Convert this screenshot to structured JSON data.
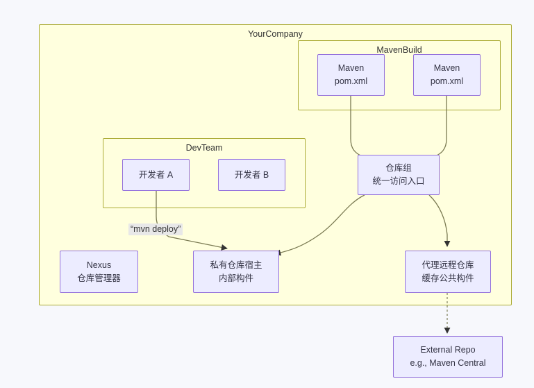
{
  "diagram": {
    "type": "flowchart",
    "background_color": "#f7f8fc",
    "cluster_fill": "#ffffde",
    "cluster_stroke": "#aaaa33",
    "node_fill": "#ececff",
    "node_stroke": "#9370db",
    "edge_stroke": "#7a7a52",
    "text_color": "#333344"
  },
  "clusters": {
    "company": {
      "label": "YourCompany"
    },
    "maven_build": {
      "label": "MavenBuild"
    },
    "dev_team": {
      "label": "DevTeam"
    }
  },
  "nodes": {
    "maven1": {
      "line1": "Maven",
      "line2": "pom.xml"
    },
    "maven2": {
      "line1": "Maven",
      "line2": "pom.xml"
    },
    "dev_a": {
      "line1": "开发者 A",
      "line2": ""
    },
    "dev_b": {
      "line1": "开发者 B",
      "line2": ""
    },
    "repo_group": {
      "line1": "仓库组",
      "line2": "统一访问入口"
    },
    "nexus": {
      "line1": "Nexus",
      "line2": "仓库管理器"
    },
    "hosted": {
      "line1": "私有仓库宿主",
      "line2": "内部构件"
    },
    "proxy": {
      "line1": "代理远程仓库",
      "line2": "缓存公共构件"
    },
    "external": {
      "line1": "External Repo",
      "line2": "e.g., Maven Central"
    }
  },
  "edges": [
    {
      "from": "maven1",
      "to": "repo_group",
      "label": "",
      "style": "solid"
    },
    {
      "from": "maven2",
      "to": "repo_group",
      "label": "",
      "style": "solid"
    },
    {
      "from": "dev_a",
      "to": "hosted",
      "label": "“mvn deploy”",
      "style": "solid"
    },
    {
      "from": "repo_group",
      "to": "hosted",
      "label": "",
      "style": "solid"
    },
    {
      "from": "repo_group",
      "to": "proxy",
      "label": "",
      "style": "solid"
    },
    {
      "from": "proxy",
      "to": "external",
      "label": "",
      "style": "dotted"
    }
  ],
  "edge_labels": {
    "mvn_deploy": "“mvn deploy”"
  }
}
